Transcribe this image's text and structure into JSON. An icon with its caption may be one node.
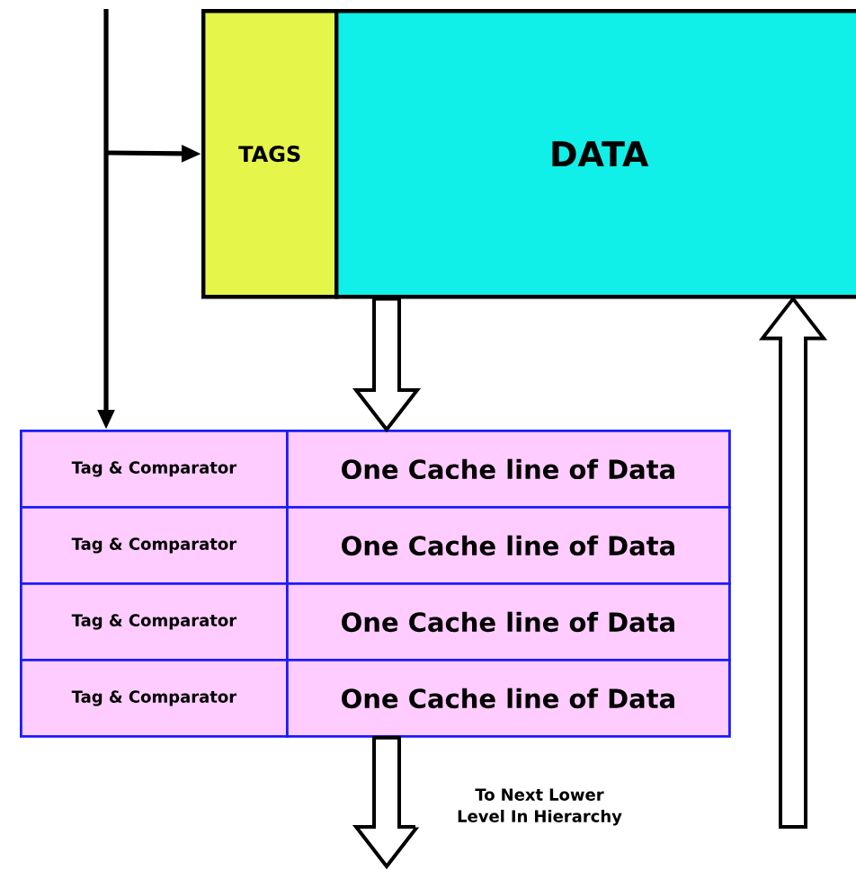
{
  "diagram": {
    "nodes": [
      {
        "text": [
          "TAGS"
        ]
      },
      {
        "text": [
          "DATA"
        ]
      },
      {
        "text": [
          "Tag & Comparator"
        ]
      },
      {
        "text": [
          "One Cache line of Data"
        ]
      },
      {
        "text": [
          "Tag & Comparator"
        ]
      },
      {
        "text": [
          "One Cache line of Data"
        ]
      },
      {
        "text": [
          "Tag & Comparator"
        ]
      },
      {
        "text": [
          "One Cache line of Data"
        ]
      },
      {
        "text": [
          "Tag & Comparator"
        ]
      },
      {
        "text": [
          "One Cache line of Data"
        ]
      }
    ],
    "edges": [
      {
        "from": null,
        "to": 2,
        "arrow": "to"
      },
      {
        "from": null,
        "to": 0,
        "arrow": "to"
      },
      {
        "from": 1,
        "to": 3,
        "arrow": "to",
        "style": "thick"
      },
      {
        "from": 9,
        "to": null,
        "arrow": "to",
        "style": "thick",
        "label": "To Next Lower Level In Hierarchy"
      },
      {
        "from": null,
        "to": 1,
        "arrow": "to",
        "style": "thick"
      }
    ]
  }
}
